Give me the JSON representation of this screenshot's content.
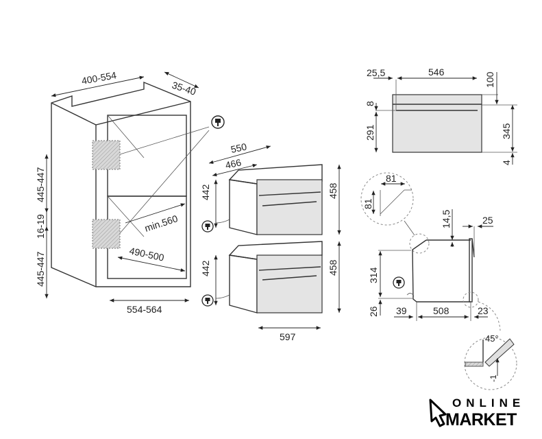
{
  "cabinet": {
    "depth": "400-554",
    "frame": "35-40",
    "upper_height": "445-447",
    "gap": "16-19",
    "lower_height": "445-447",
    "inner_depth": "min.560",
    "inner_width": "490-500",
    "width": "554-564"
  },
  "ovens": {
    "depth_total": "550",
    "depth_body": "466",
    "upper_body_height": "442",
    "upper_front_height": "458",
    "lower_body_height": "442",
    "lower_front_height": "458",
    "front_width": "597"
  },
  "front_view": {
    "left_offset": "25,5",
    "width": "546",
    "top": "100",
    "band": "8",
    "body_height": "291",
    "total_height": "345",
    "bottom": "4"
  },
  "side_view": {
    "chamfer_w": "81",
    "chamfer_h": "81",
    "top_offset": "14,5",
    "door": "25",
    "height": "314",
    "base": "26",
    "rear": "39",
    "depth": "508",
    "front": "23",
    "angle": "45°",
    "tolerance": "-1"
  },
  "logo": {
    "line1": "ONLINE",
    "line2": "MARKET"
  }
}
